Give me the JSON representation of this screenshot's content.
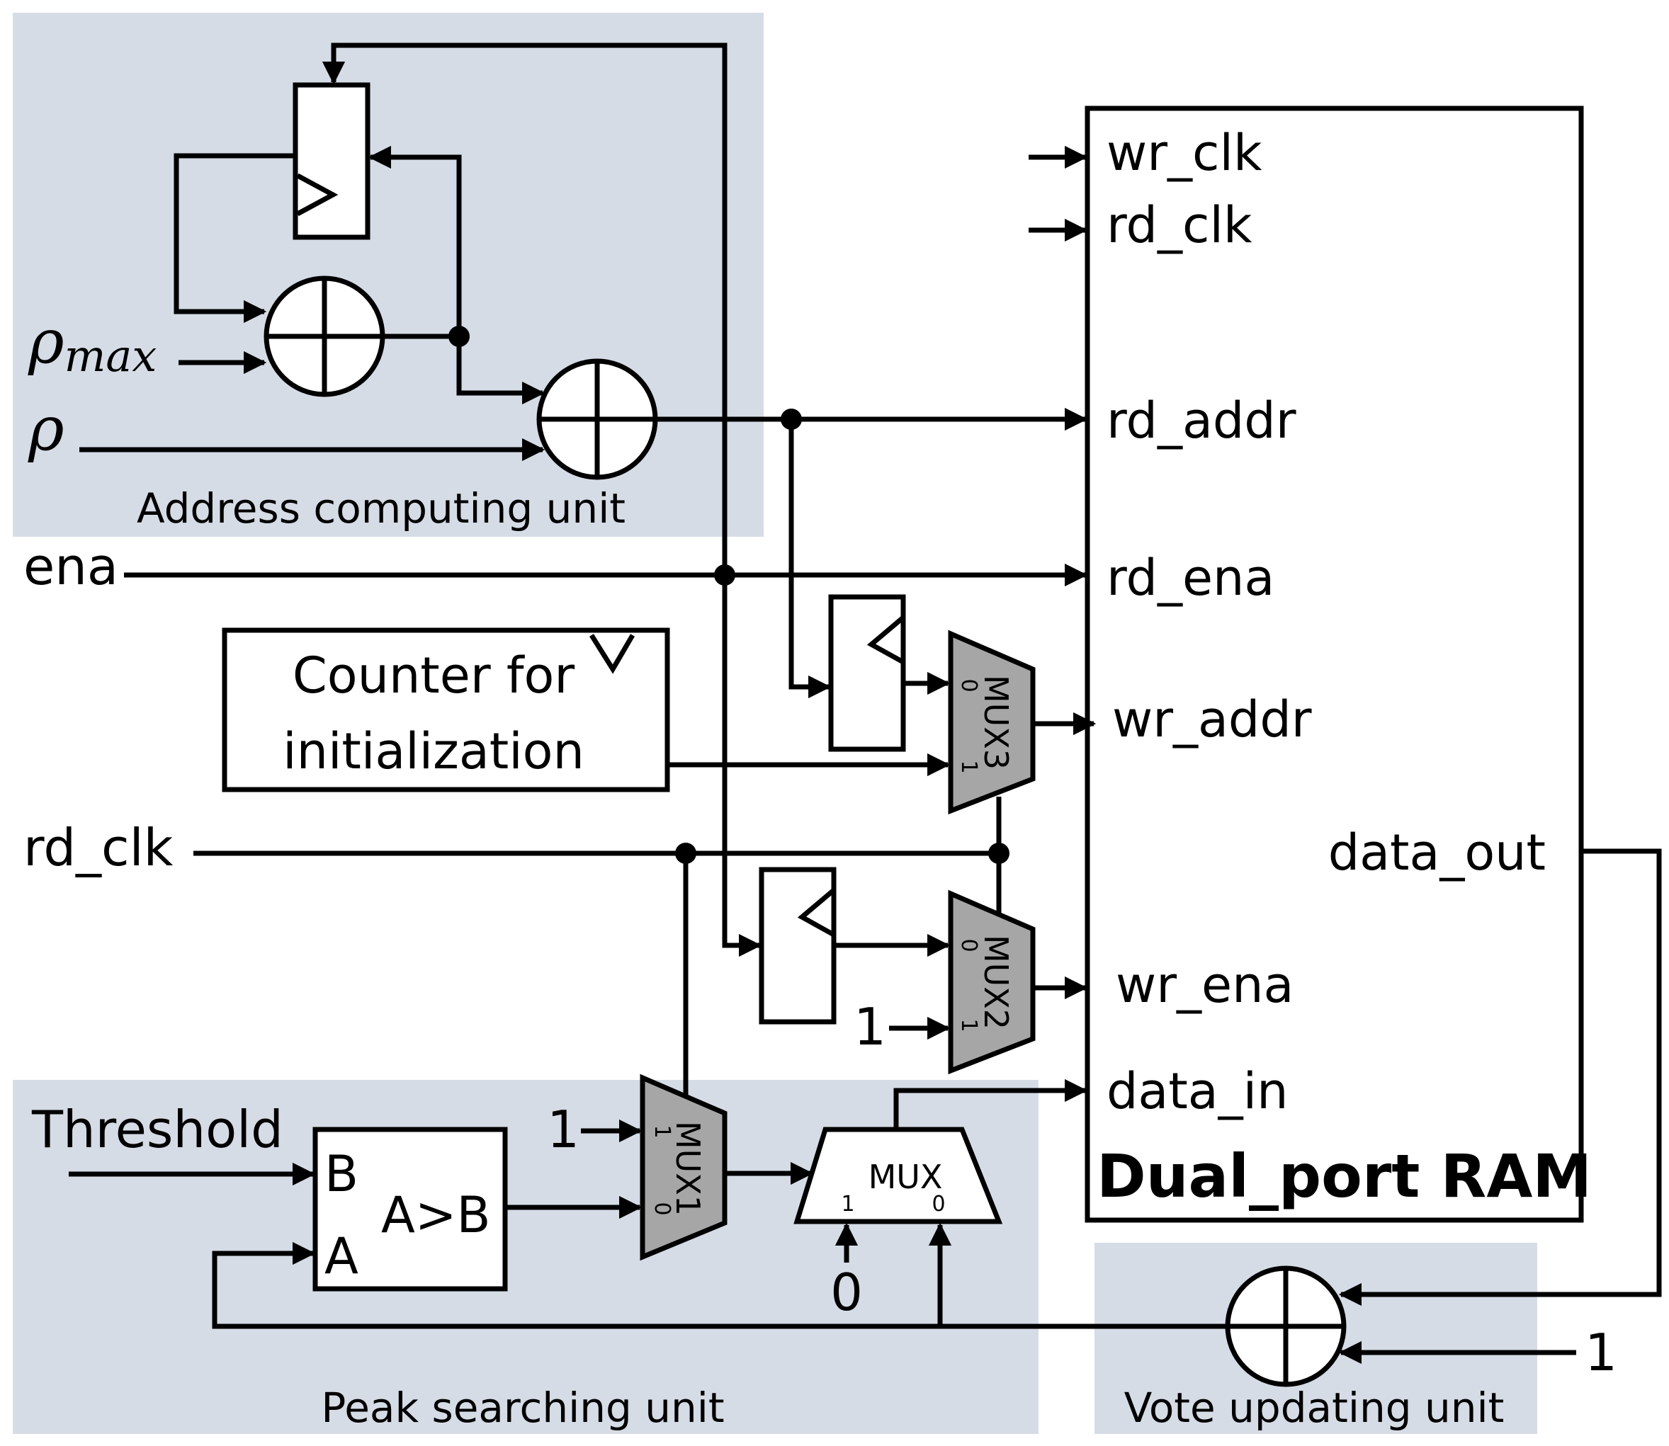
{
  "regions": {
    "address_unit": "Address computing unit",
    "peak_unit": "Peak searching unit",
    "vote_unit": "Vote updating  unit"
  },
  "inputs": {
    "rho_max_base": "ρ",
    "rho_max_sub": "max",
    "rho": "ρ",
    "ena": "ena",
    "rd_clk": "rd_clk",
    "threshold": "Threshold"
  },
  "counter": {
    "line1": "Counter for",
    "line2": "initialization"
  },
  "ram": {
    "title": "Dual_port RAM",
    "ports": {
      "wr_clk": "wr_clk",
      "rd_clk": "rd_clk",
      "rd_addr": "rd_addr",
      "rd_ena": "rd_ena",
      "wr_addr": "wr_addr",
      "data_out": "data_out",
      "wr_ena": "wr_ena",
      "data_in": "data_in"
    }
  },
  "muxes": {
    "mux1": "MUX1",
    "mux2": "MUX2",
    "mux3": "MUX3",
    "mux": "MUX",
    "sel0": "0",
    "sel1": "1"
  },
  "comparator": {
    "b": "B",
    "a": "A",
    "op": "A>B"
  },
  "constants": {
    "one_mux2": "1",
    "one_mux1": "1",
    "zero_mux": "0",
    "one_vote": "1"
  }
}
